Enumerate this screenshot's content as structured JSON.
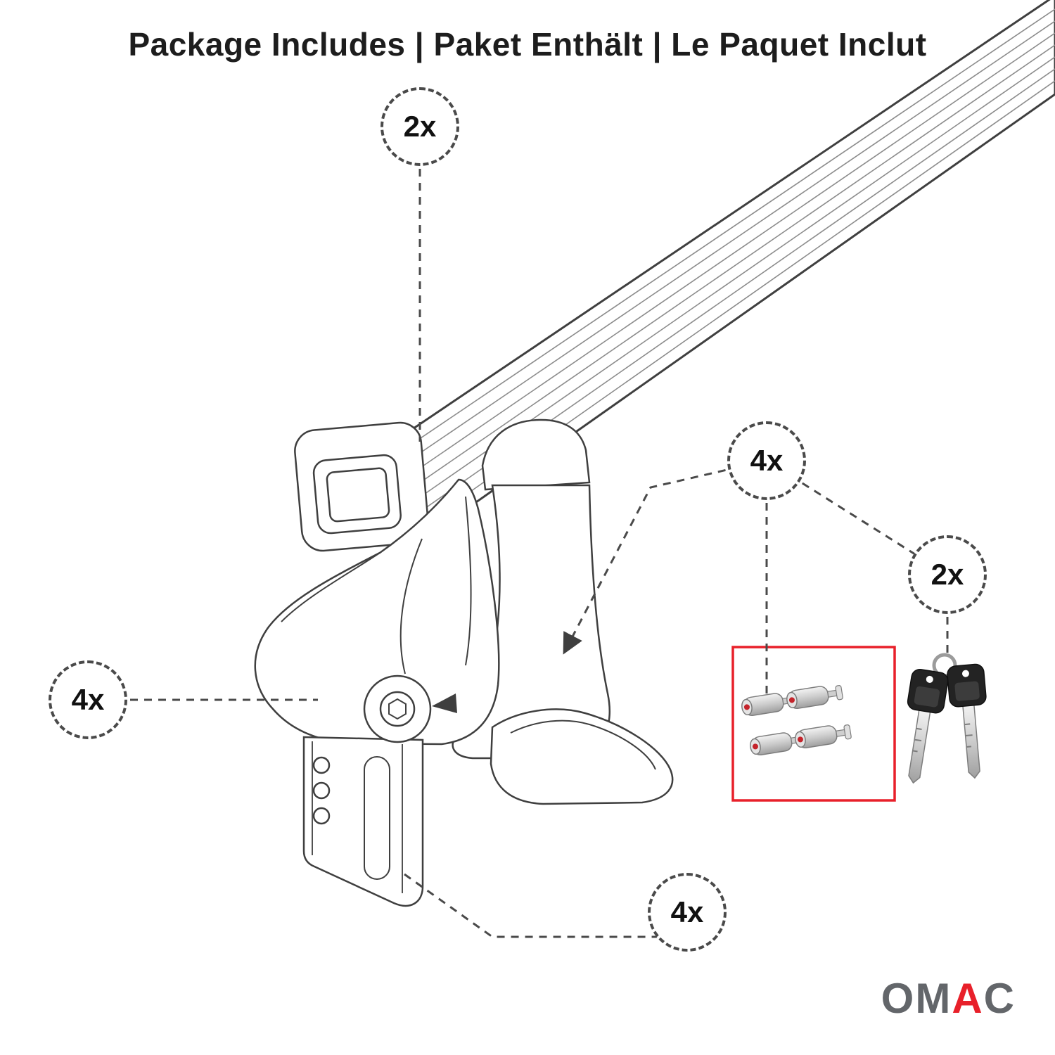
{
  "title": "Package Includes | Paket Enthält | Le Paquet Inclut",
  "callouts": [
    {
      "part": "crossbar",
      "label": "2x"
    },
    {
      "part": "lock-bolts",
      "label": "4x"
    },
    {
      "part": "keys",
      "label": "2x"
    },
    {
      "part": "mounting-foot",
      "label": "4x"
    },
    {
      "part": "clamp-bracket",
      "label": "4x"
    }
  ],
  "brand": {
    "name": "OMAC",
    "om": "OM",
    "a": "A",
    "c": "C"
  },
  "colors": {
    "accent_red": "#e8202a",
    "logo_gray": "#63666a",
    "line_dark": "#3f3f3f",
    "dashed_line": "#4a4a4a"
  }
}
